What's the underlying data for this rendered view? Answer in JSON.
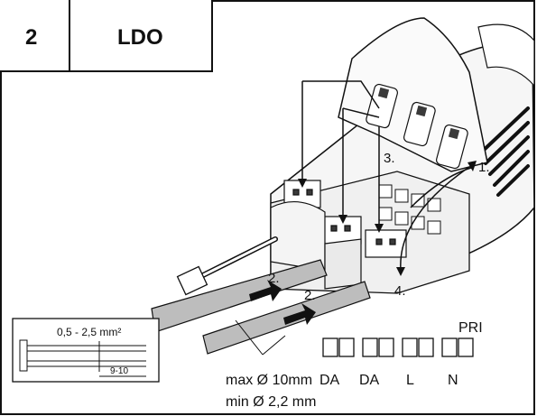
{
  "header": {
    "step_number": "2",
    "title": "LDO"
  },
  "steps": {
    "one": "1.",
    "two_a": "2.",
    "two_b": "2.",
    "three": "3.",
    "four": "4."
  },
  "wire_spec": {
    "cross_section": "0,5 - 2,5 mm²",
    "strip_length": "9-10"
  },
  "cable_spec": {
    "max": "max Ø 10mm",
    "min": "min Ø 2,2 mm"
  },
  "terminals": {
    "group_label": "PRI",
    "labels": [
      "DA",
      "DA",
      "L",
      "N"
    ]
  },
  "colors": {
    "line": "#111111",
    "housing_fill": "#f4f4f4",
    "cable_gray": "#bdbdbd",
    "shade_dark": "#3a3a3a"
  }
}
